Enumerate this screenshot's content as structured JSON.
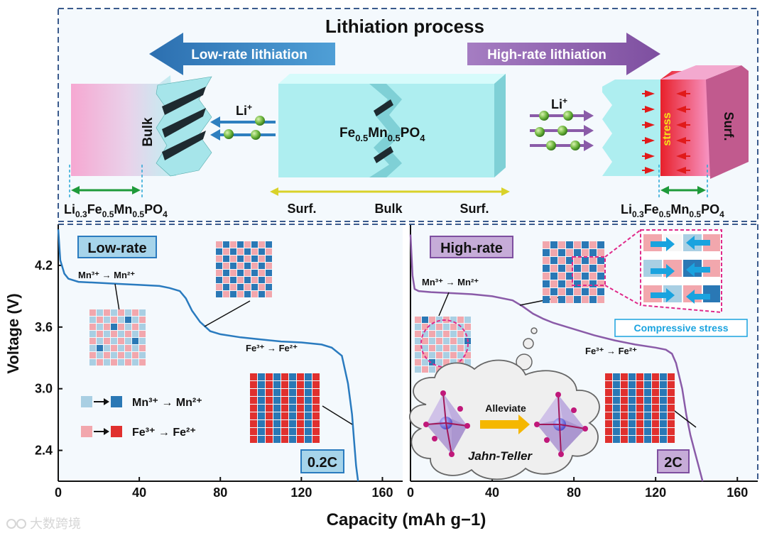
{
  "top": {
    "title": "Lithiation process",
    "low_rate_arrow": "Low-rate lithiation",
    "high_rate_arrow": "High-rate lithiation",
    "bulk_label": "Bulk",
    "surf_label": "Surf.",
    "stress_label": "stress",
    "li_ion": "Li",
    "li_charge": "+",
    "center_formula": {
      "a": "Fe",
      "a_sub": "0.5",
      "b": "Mn",
      "b_sub": "0.5",
      "c": "PO",
      "c_sub": "4"
    },
    "lithiated_formula": {
      "a": "Li",
      "a_sub": "0.3",
      "b": "Fe",
      "b_sub": "0.5",
      "c": "Mn",
      "c_sub": "0.5",
      "d": "PO",
      "d_sub": "4"
    },
    "axis_labels": [
      "Surf.",
      "Bulk",
      "Surf."
    ]
  },
  "chart_data": [
    {
      "type": "line",
      "panel": "Low-rate",
      "rate": "0.2C",
      "xlabel": "Capacity (mAh g−1)",
      "ylabel": "Voltage (V)",
      "xlim": [
        0,
        170
      ],
      "ylim": [
        2.1,
        4.6
      ],
      "x_ticks": [
        0,
        40,
        80,
        120,
        160
      ],
      "y_ticks": [
        2.4,
        3.0,
        3.6,
        4.2
      ],
      "series": [
        {
          "x": [
            0,
            1,
            3,
            5,
            10,
            20,
            30,
            40,
            50,
            55,
            60,
            63,
            66,
            70,
            75,
            80,
            90,
            100,
            110,
            120,
            130,
            135,
            140,
            143,
            145,
            146,
            147,
            148
          ],
          "y": [
            4.55,
            4.25,
            4.12,
            4.07,
            4.04,
            4.03,
            4.02,
            4.01,
            4.0,
            3.98,
            3.95,
            3.88,
            3.76,
            3.65,
            3.56,
            3.53,
            3.5,
            3.48,
            3.46,
            3.45,
            3.43,
            3.4,
            3.32,
            3.05,
            2.75,
            2.5,
            2.25,
            2.1
          ]
        }
      ],
      "annotations": [
        "Mn³⁺ → Mn²⁺",
        "Fe³⁺ → Fe²⁺"
      ]
    },
    {
      "type": "line",
      "panel": "High-rate",
      "rate": "2C",
      "xlabel": "Capacity (mAh g−1)",
      "ylabel": "Voltage (V)",
      "xlim": [
        0,
        170
      ],
      "ylim": [
        2.1,
        4.6
      ],
      "x_ticks": [
        0,
        40,
        80,
        120,
        160
      ],
      "y_ticks": [
        2.4,
        3.0,
        3.6,
        4.2
      ],
      "series": [
        {
          "x": [
            0,
            1,
            2,
            4,
            10,
            20,
            30,
            40,
            50,
            55,
            60,
            65,
            70,
            80,
            90,
            100,
            110,
            120,
            125,
            128,
            130,
            133,
            135,
            137,
            139,
            141,
            143
          ],
          "y": [
            4.5,
            4.1,
            3.97,
            3.95,
            3.94,
            3.93,
            3.92,
            3.9,
            3.86,
            3.8,
            3.73,
            3.68,
            3.64,
            3.58,
            3.52,
            3.47,
            3.43,
            3.4,
            3.38,
            3.34,
            3.25,
            3.0,
            2.75,
            2.55,
            2.4,
            2.25,
            2.1
          ]
        }
      ],
      "annotations": [
        "Mn³⁺ → Mn²⁺",
        "Fe³⁺ → Fe²⁺",
        "Compressive stress",
        "Alleviate",
        "Jahn-Teller"
      ]
    }
  ],
  "legend": {
    "mn": "Mn³⁺ → Mn²⁺",
    "fe": "Fe³⁺ → Fe²⁺"
  },
  "colors": {
    "frame": "#3a5a8c",
    "cyan": "#aeeeee",
    "pink": "#f4a3c8",
    "blue_arrow": "#2e7fbf",
    "purple_arrow": "#8a5ba8",
    "curve_low": "#2a7bbf",
    "curve_high": "#8a5ba8",
    "mn_light": "#a9cfe3",
    "mn_dark": "#2a78b5",
    "fe_light": "#f2a7ad",
    "fe_dark": "#e0302e"
  },
  "watermark": "大数跨境"
}
